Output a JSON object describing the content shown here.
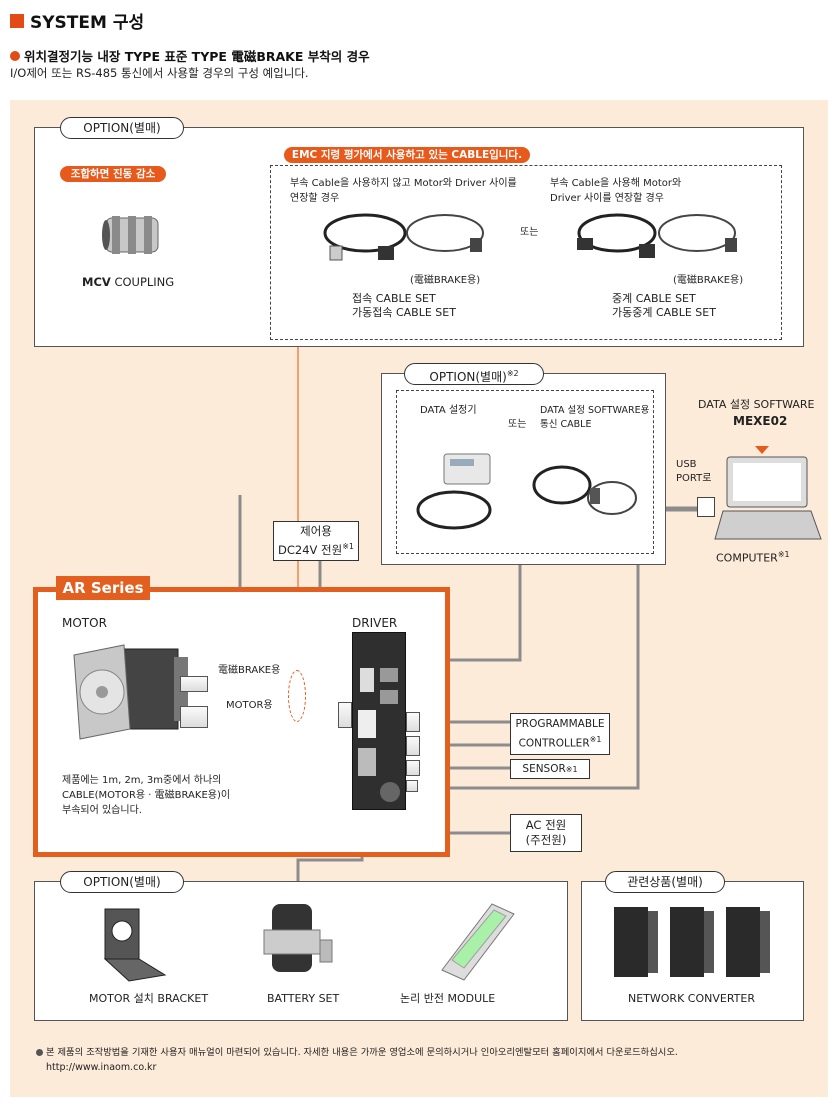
{
  "header": {
    "title": "SYSTEM 구성"
  },
  "subheading": "위치결정기능 내장 TYPE 표준 TYPE 電磁BRAKE 부착의 경우",
  "description": "I/O제어 또는 RS-485 통신에서 사용할 경우의 구성 예입니다.",
  "option_top": {
    "label": "OPTION(별매)",
    "coupling_badge": "조합하면 진동 감소",
    "coupling_name_bold": "MCV",
    "coupling_name": "COUPLING",
    "emc_badge": "EMC 지령 평가에서 사용하고 있는 CABLE입니다.",
    "left_desc_1": "부속 Cable을 사용하지 않고 Motor와 Driver 사이를",
    "left_desc_2": "연장할 경우",
    "right_desc_1": "부속 Cable을 사용해 Motor와",
    "right_desc_2": "Driver 사이를 연장할 경우",
    "or_text": "또는",
    "brake_note_left": "(電磁BRAKE용)",
    "brake_note_right": "(電磁BRAKE용)",
    "left_set_1": "접속 CABLE SET",
    "left_set_2": "가동접속 CABLE SET",
    "right_set_1": "중계 CABLE SET",
    "right_set_2": "가동중계 CABLE SET"
  },
  "option_data": {
    "label": "OPTION(별매)",
    "label_sup": "※2",
    "setter_label": "DATA 설정기",
    "or_text": "또는",
    "cable_label_1": "DATA 설정 SOFTWARE용",
    "cable_label_2": "통신 CABLE"
  },
  "software": {
    "label": "DATA 설정 SOFTWARE",
    "name": "MEXE02"
  },
  "usb": {
    "line1": "USB",
    "line2": "PORT로"
  },
  "computer": {
    "label": "COMPUTER",
    "sup": "※1"
  },
  "dc_power": {
    "line1": "제어용",
    "line2": "DC24V 전원",
    "sup": "※1"
  },
  "ar_series": {
    "label": "AR Series",
    "motor_label": "MOTOR",
    "driver_label": "DRIVER",
    "brake_cable": "電磁BRAKE용",
    "motor_cable": "MOTOR용",
    "note_1": "제품에는 1m, 2m, 3m중에서 하나의",
    "note_2": "CABLE(MOTOR용 · 電磁BRAKE용)이",
    "note_3": "부속되어 있습니다."
  },
  "plc": {
    "line1": "PROGRAMMABLE",
    "line2": "CONTROLLER",
    "sup": "※1"
  },
  "sensor": {
    "label": "SENSOR",
    "sup": "※1"
  },
  "ac_power": {
    "line1": "AC 전원",
    "line2": "(주전원)"
  },
  "option_bottom": {
    "label": "OPTION(별매)",
    "item1": "MOTOR 설치 BRACKET",
    "item2": "BATTERY SET",
    "item3": "논리 반전 MODULE"
  },
  "related": {
    "label": "관련상품(별매)",
    "item": "NETWORK CONVERTER"
  },
  "footer": {
    "note": "본 제품의 조작방법을 기재한 사용자 매뉴얼이 마련되어 있습니다. 자세한 내용은 가까운 영업소에 문의하시거나 인아오리엔탈모터 홈페이지에서 다운로드하십시오.",
    "url": "http://www.inaom.co.kr"
  },
  "colors": {
    "accent": "#e24a16",
    "background": "#fdebd9",
    "ar_frame": "#e35f1f",
    "line": "#8c8c8c"
  }
}
